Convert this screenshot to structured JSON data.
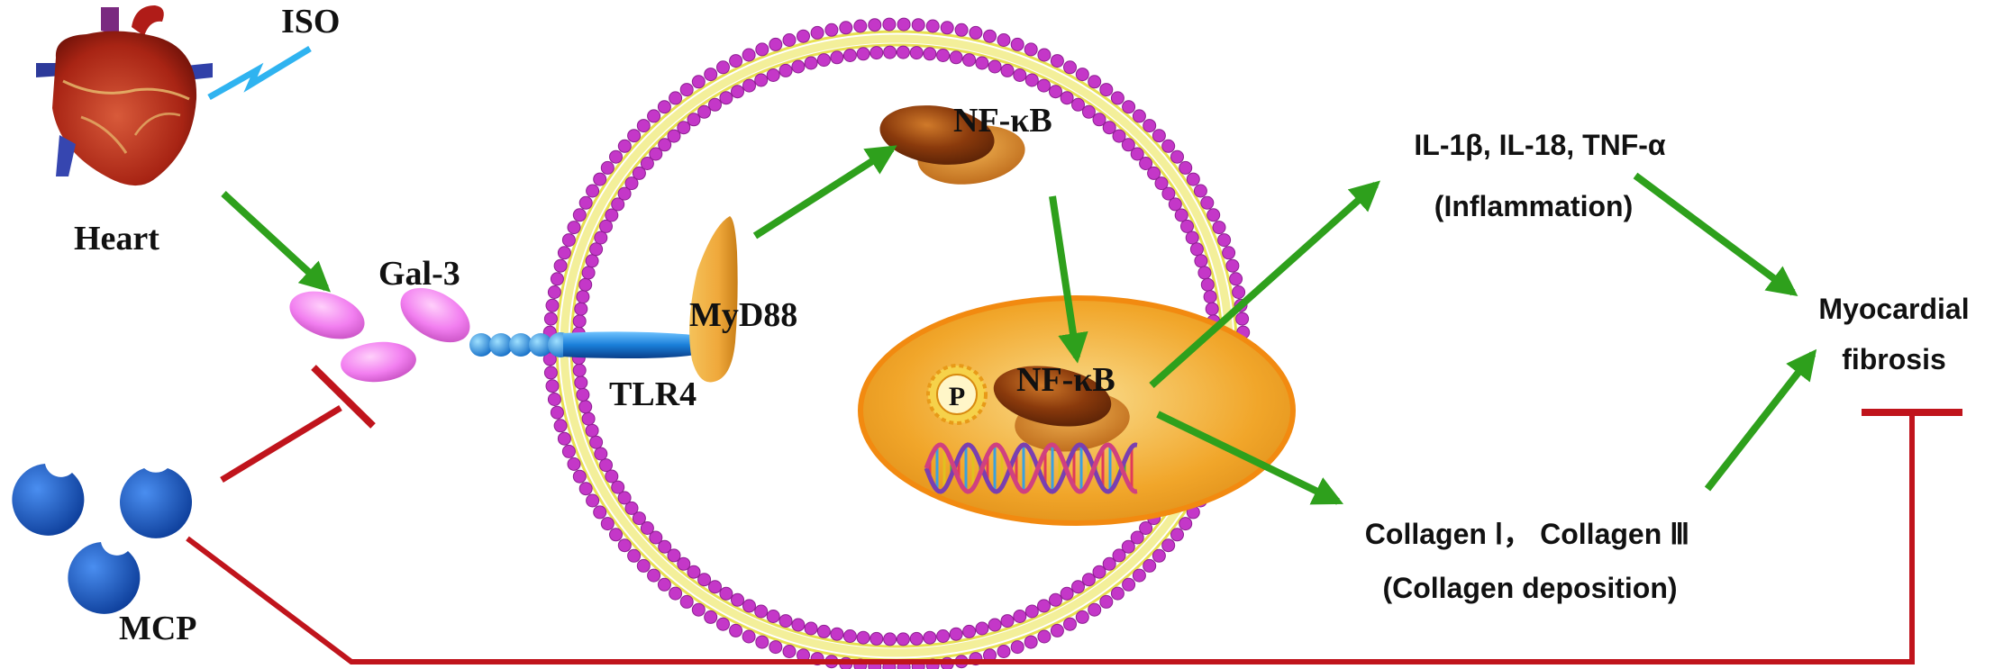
{
  "labels": {
    "iso": "ISO",
    "heart": "Heart",
    "gal3": "Gal-3",
    "tlr4": "TLR4",
    "myd88": "MyD88",
    "nfkb_cyto": "NF-κB",
    "nfkb_nuc": "NF-κB",
    "p": "P",
    "cytokines": "IL-1β, IL-18, TNF-α",
    "inflammation": "(Inflammation)",
    "collagen": "Collagen Ⅰ， Collagen Ⅲ",
    "collagen_dep": "(Collagen deposition)",
    "fibrosis_line1": "Myocardial",
    "fibrosis_line2": "fibrosis",
    "mcp": "MCP"
  },
  "colors": {
    "activation_arrow": "#2ea01c",
    "inhibition": "#c0141c",
    "membrane_head": "#c437c8",
    "membrane_tail": "#e8e050",
    "nucleus": "#f2a31d",
    "nucleus_inner": "#f7d479",
    "gal3": "#f27ff0",
    "tlr4": "#1a7fd9",
    "myd88": "#f0b043",
    "nfkb": "#9a4410",
    "mcp": "#1553b8",
    "iso_bolt": "#2fb3f0"
  }
}
